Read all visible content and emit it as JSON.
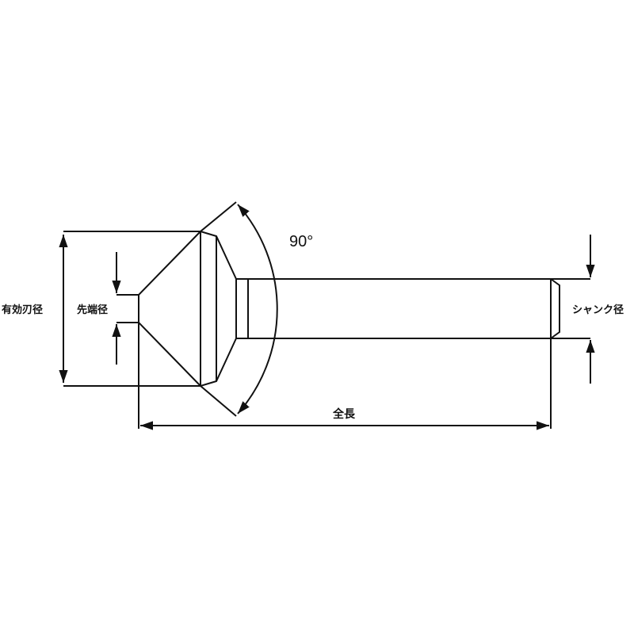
{
  "drawing": {
    "title": "Countersink cutter dimension drawing",
    "line_color": "#111111",
    "background": "#ffffff"
  },
  "labels": {
    "effective_diameter": "有効刃径",
    "tip_diameter": "先端径",
    "shank_diameter": "シャンク径",
    "overall_length": "全長",
    "angle": "90°"
  }
}
